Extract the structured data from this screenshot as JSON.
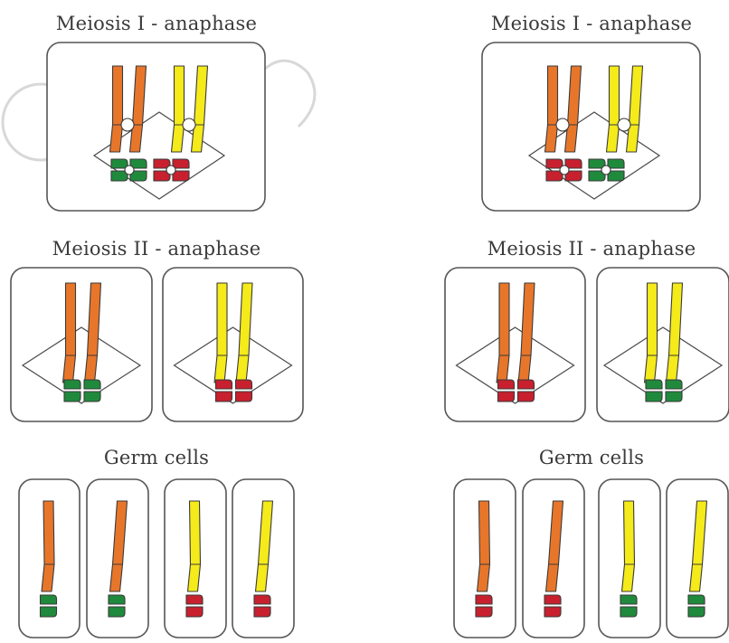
{
  "labels": {
    "left_meiosis1": "Meiosis I - anaphase",
    "right_meiosis1": "Meiosis I - anaphase",
    "left_meiosis2": "Meiosis II - anaphase",
    "right_meiosis2": "Meiosis II - anaphase",
    "left_germ": "Germ cells",
    "right_germ": "Germ cells"
  },
  "colors": {
    "orange": "#e8762a",
    "yellow": "#f5ea1a",
    "green": "#1f8a3c",
    "red": "#c8202e"
  },
  "left_column": {
    "meiosis1": {
      "long": [
        "orange",
        "yellow"
      ],
      "short": [
        "green",
        "red"
      ]
    },
    "meiosis2": [
      {
        "long": "orange",
        "short": "green"
      },
      {
        "long": "yellow",
        "short": "red"
      }
    ],
    "germ_cells": [
      {
        "long": "orange",
        "short": "green"
      },
      {
        "long": "orange",
        "short": "green"
      },
      {
        "long": "yellow",
        "short": "red"
      },
      {
        "long": "yellow",
        "short": "red"
      }
    ]
  },
  "right_column": {
    "meiosis1": {
      "long": [
        "orange",
        "yellow"
      ],
      "short": [
        "red",
        "green"
      ]
    },
    "meiosis2": [
      {
        "long": "orange",
        "short": "red"
      },
      {
        "long": "yellow",
        "short": "green"
      }
    ],
    "germ_cells": [
      {
        "long": "orange",
        "short": "red"
      },
      {
        "long": "orange",
        "short": "red"
      },
      {
        "long": "yellow",
        "short": "green"
      },
      {
        "long": "yellow",
        "short": "green"
      }
    ]
  }
}
